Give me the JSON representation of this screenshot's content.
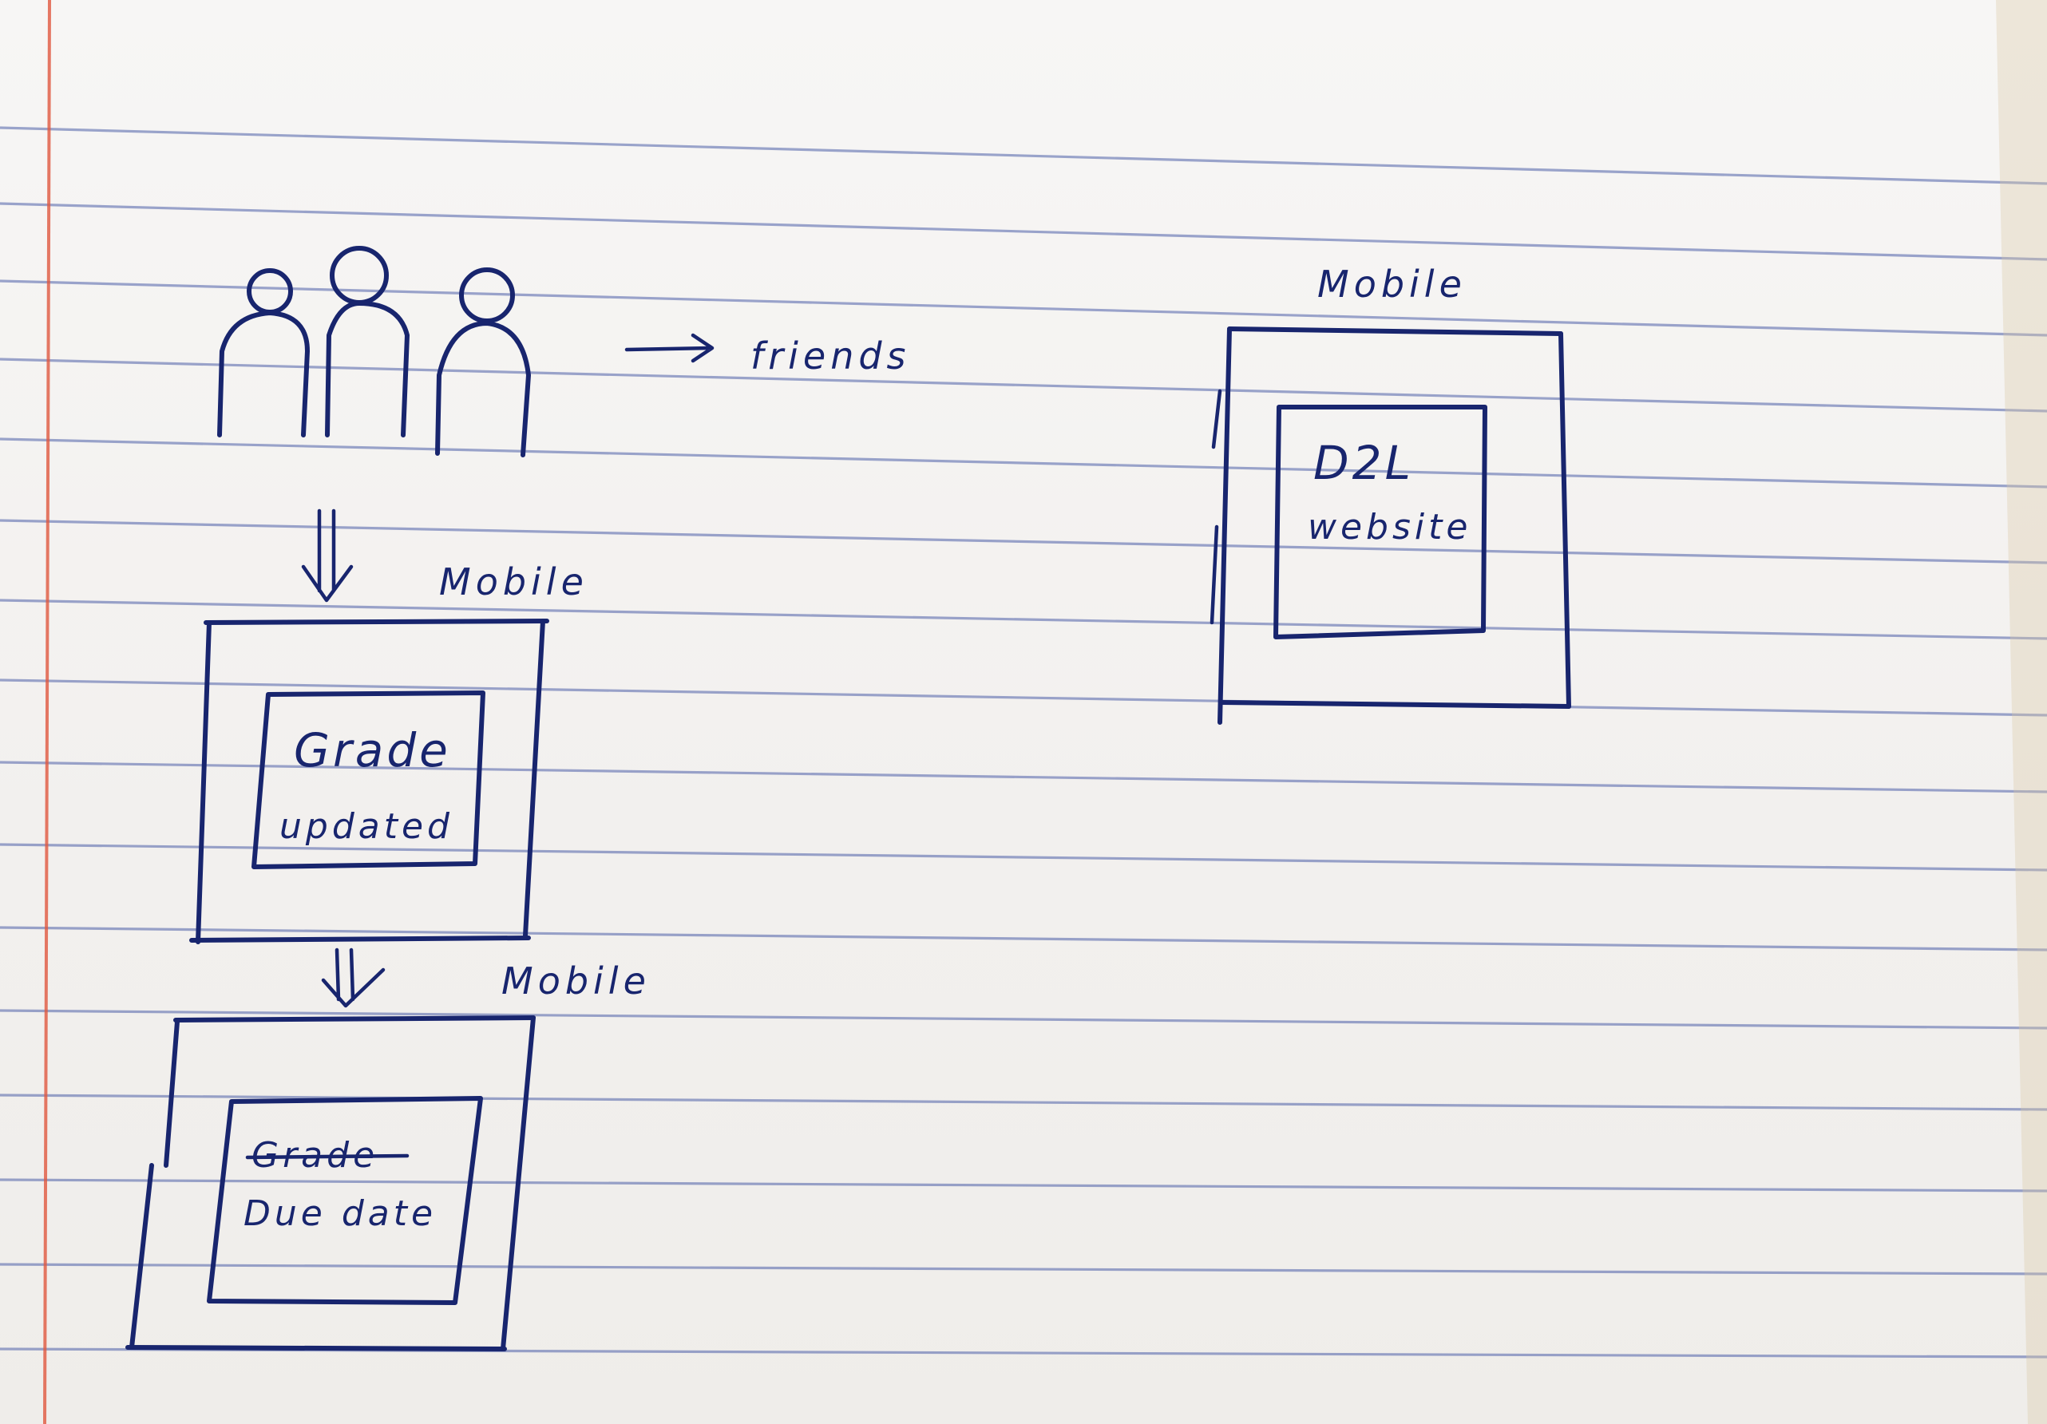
{
  "diagram": {
    "friends_label": "friends",
    "screen_top_left": {
      "device_label": "Mobile",
      "line1": "Grade",
      "line2": "updated"
    },
    "screen_bottom_left": {
      "device_label": "Mobile",
      "struck_line": "Grade",
      "line2": "Due date"
    },
    "screen_right": {
      "device_label": "Mobile",
      "line1": "D2L",
      "line2": "website"
    }
  },
  "colors": {
    "ink": "#18256e",
    "rule_lines": "#4d5ea8",
    "margin_line": "#e0573f",
    "paper": "#f3f1ef"
  }
}
